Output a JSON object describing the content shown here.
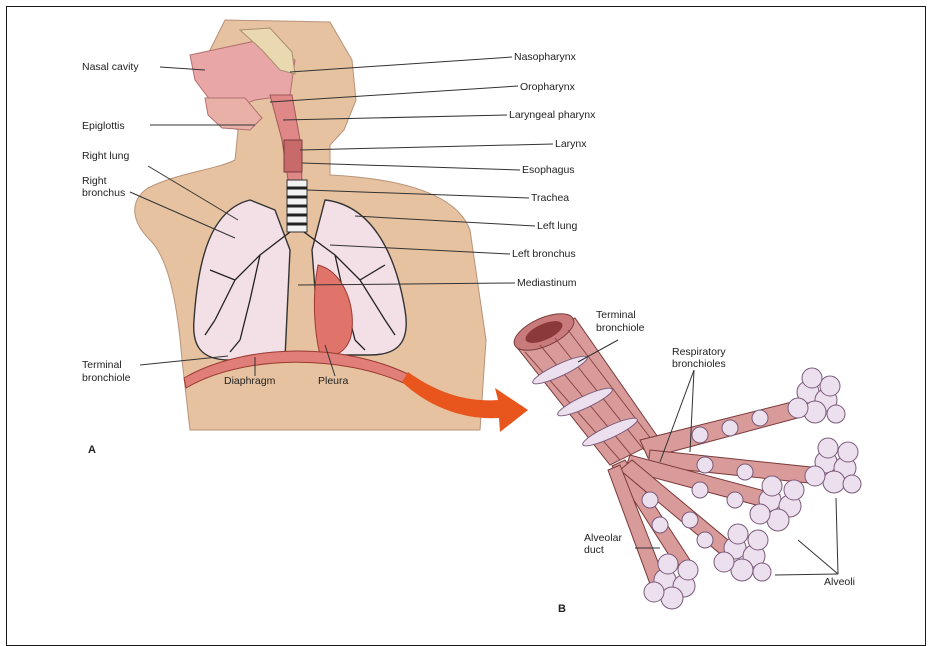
{
  "panel_a": {
    "letter": "A",
    "labels_left": {
      "nasal_cavity": "Nasal cavity",
      "epiglottis": "Epiglottis",
      "right_lung": "Right lung",
      "right_bronchus_1": "Right",
      "right_bronchus_2": "bronchus",
      "terminal_bronchiole_1": "Terminal",
      "terminal_bronchiole_2": "bronchiole"
    },
    "labels_right": {
      "nasopharynx": "Nasopharynx",
      "oropharynx": "Oropharynx",
      "laryngeal_pharynx": "Laryngeal pharynx",
      "larynx": "Larynx",
      "esophagus": "Esophagus",
      "trachea": "Trachea",
      "left_lung": "Left lung",
      "left_bronchus": "Left bronchus",
      "mediastinum": "Mediastinum"
    },
    "labels_bottom": {
      "diaphragm": "Diaphragm",
      "pleura": "Pleura"
    }
  },
  "panel_b": {
    "letter": "B",
    "terminal_bronchiole_1": "Terminal",
    "terminal_bronchiole_2": "bronchiole",
    "respiratory_bronchioles_1": "Respiratory",
    "respiratory_bronchioles_2": "bronchioles",
    "alveolar_duct_1": "Alveolar",
    "alveolar_duct_2": "duct",
    "alveoli": "Alveoli"
  },
  "colors": {
    "skin": "#e6c2a0",
    "tissue_pink": "#e9a6a6",
    "lung_fill": "#f3dfe6",
    "heart_red": "#e0746a",
    "diaphragm": "#e07e7a",
    "arrow": "#e8561e",
    "alveoli_fill": "#ece0ee"
  }
}
